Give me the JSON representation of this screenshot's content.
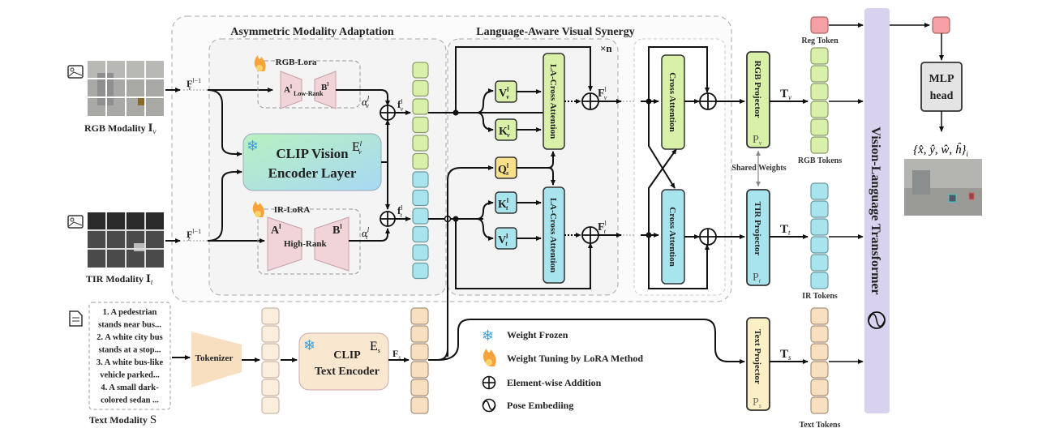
{
  "sections": {
    "asym_title": "Asymmetric Modality Adaptation",
    "lavs_title": "Language-Aware Visual Synergy",
    "repeat": "×n"
  },
  "inputs": {
    "rgb_label": "RGB Modality",
    "rgb_sym": "I",
    "rgb_sub": "v",
    "tir_label": "TIR Modality",
    "tir_sym": "I",
    "tir_sub": "t",
    "text_label": "Text Modality",
    "text_sym": "S",
    "text_lines": [
      "1. A pedestrian",
      "stands near bus...",
      "2. A white city bus",
      "stands at a stop...",
      "3. A white bus-like",
      "vehicle parked...",
      "4. A small dark-",
      "colored sedan ..."
    ]
  },
  "features": {
    "fv_prev": "F",
    "fv_prev_sup": "l−1",
    "fv_prev_sub": "v",
    "ft_prev": "F",
    "ft_prev_sup": "l−1",
    "ft_prev_sub": "t",
    "fv": "f",
    "fv_sub": "v",
    "ft": "f",
    "ft_sub": "t",
    "Fv": "F",
    "Fv_sub": "v",
    "Ft": "F",
    "Ft_sub": "t",
    "Fs": "F",
    "Fs_sub": "s",
    "sup_l": "l",
    "alpha": "α"
  },
  "blocks": {
    "rgb_lora": "RGB-Lora",
    "rgb_A": "A",
    "rgb_B": "B",
    "rgb_rank": "Low-Rank",
    "ir_lora": "IR-LoRA",
    "ir_A": "A",
    "ir_B": "B",
    "ir_rank": "High-Rank",
    "clip_vision_1": "CLIP Vision",
    "clip_vision_2": "Encoder Layer",
    "clip_vision_sym": "E",
    "clip_text_1": "CLIP",
    "clip_text_2": "Text Encoder",
    "clip_text_sym": "E",
    "tokenizer": "Tokenizer",
    "Vv": "V",
    "Kv": "K",
    "Qs": "Q",
    "Kt": "K",
    "Vt": "V",
    "la_cross": "LA-Cross Attention",
    "cross": "Cross Attention",
    "rgb_proj": "RGB Projector",
    "tir_proj": "TIR Projector",
    "text_proj": "Text Projector",
    "proj_sym": "P",
    "shared": "Shared Weights",
    "vlt": "Vision-Language Transformer",
    "mlp_1": "MLP",
    "mlp_2": "head",
    "output_formula": "{x̂, ŷ, ŵ, ĥ}"
  },
  "tokens": {
    "reg": "Reg Token",
    "rgb": "RGB Tokens",
    "ir": "IR Tokens",
    "text": "Text Tokens",
    "Tv": "T",
    "Tt": "T",
    "Ts": "T"
  },
  "legend": [
    {
      "icon": "snowflake-icon",
      "label": "Weight Frozen"
    },
    {
      "icon": "flame-icon",
      "label": "Weight Tuning by LoRA Method"
    },
    {
      "icon": "oplus-icon",
      "label": "Element-wise Addition"
    },
    {
      "icon": "sine-circle-icon",
      "label": "Pose Embediing"
    }
  ],
  "colors": {
    "green": "#d8f0a8",
    "cyan": "#a8e4ee",
    "yellow": "#f8df8c",
    "peach": "#f8dfc0",
    "lora": "#f0d4d8",
    "purple": "#d8d2ee",
    "reg": "#f4a0a4",
    "gray": "#e4e4e4"
  }
}
